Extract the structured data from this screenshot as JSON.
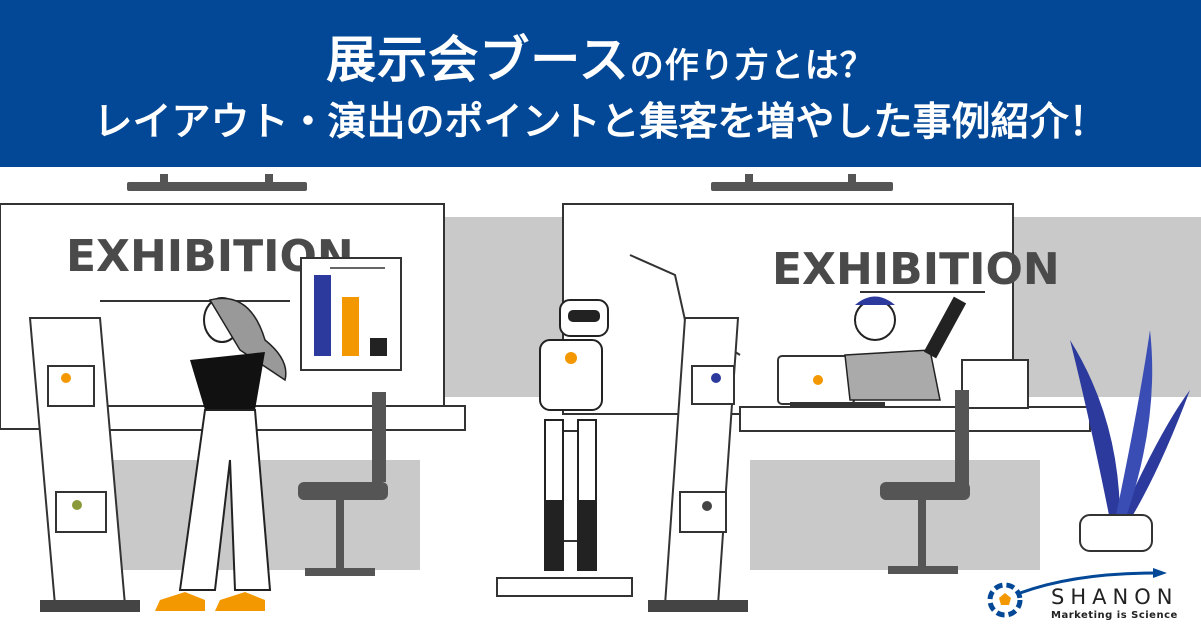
{
  "header": {
    "title_line1_main": "展示会ブース",
    "title_line1_sub": "の作り方とは？",
    "title_line2": "レイアウト・演出のポイントと集客を増やした事例紹介！"
  },
  "illustration": {
    "left_booth_sign": "EXHIBITION",
    "right_booth_sign": "EXHIBITION"
  },
  "logo": {
    "name": "SHANON",
    "tagline": "Marketing is Science"
  },
  "colors": {
    "header_bg": "#034896",
    "accent_orange": "#f39800",
    "chart_blue": "#2b3a9c",
    "wall_gray": "#c9c9c9"
  }
}
